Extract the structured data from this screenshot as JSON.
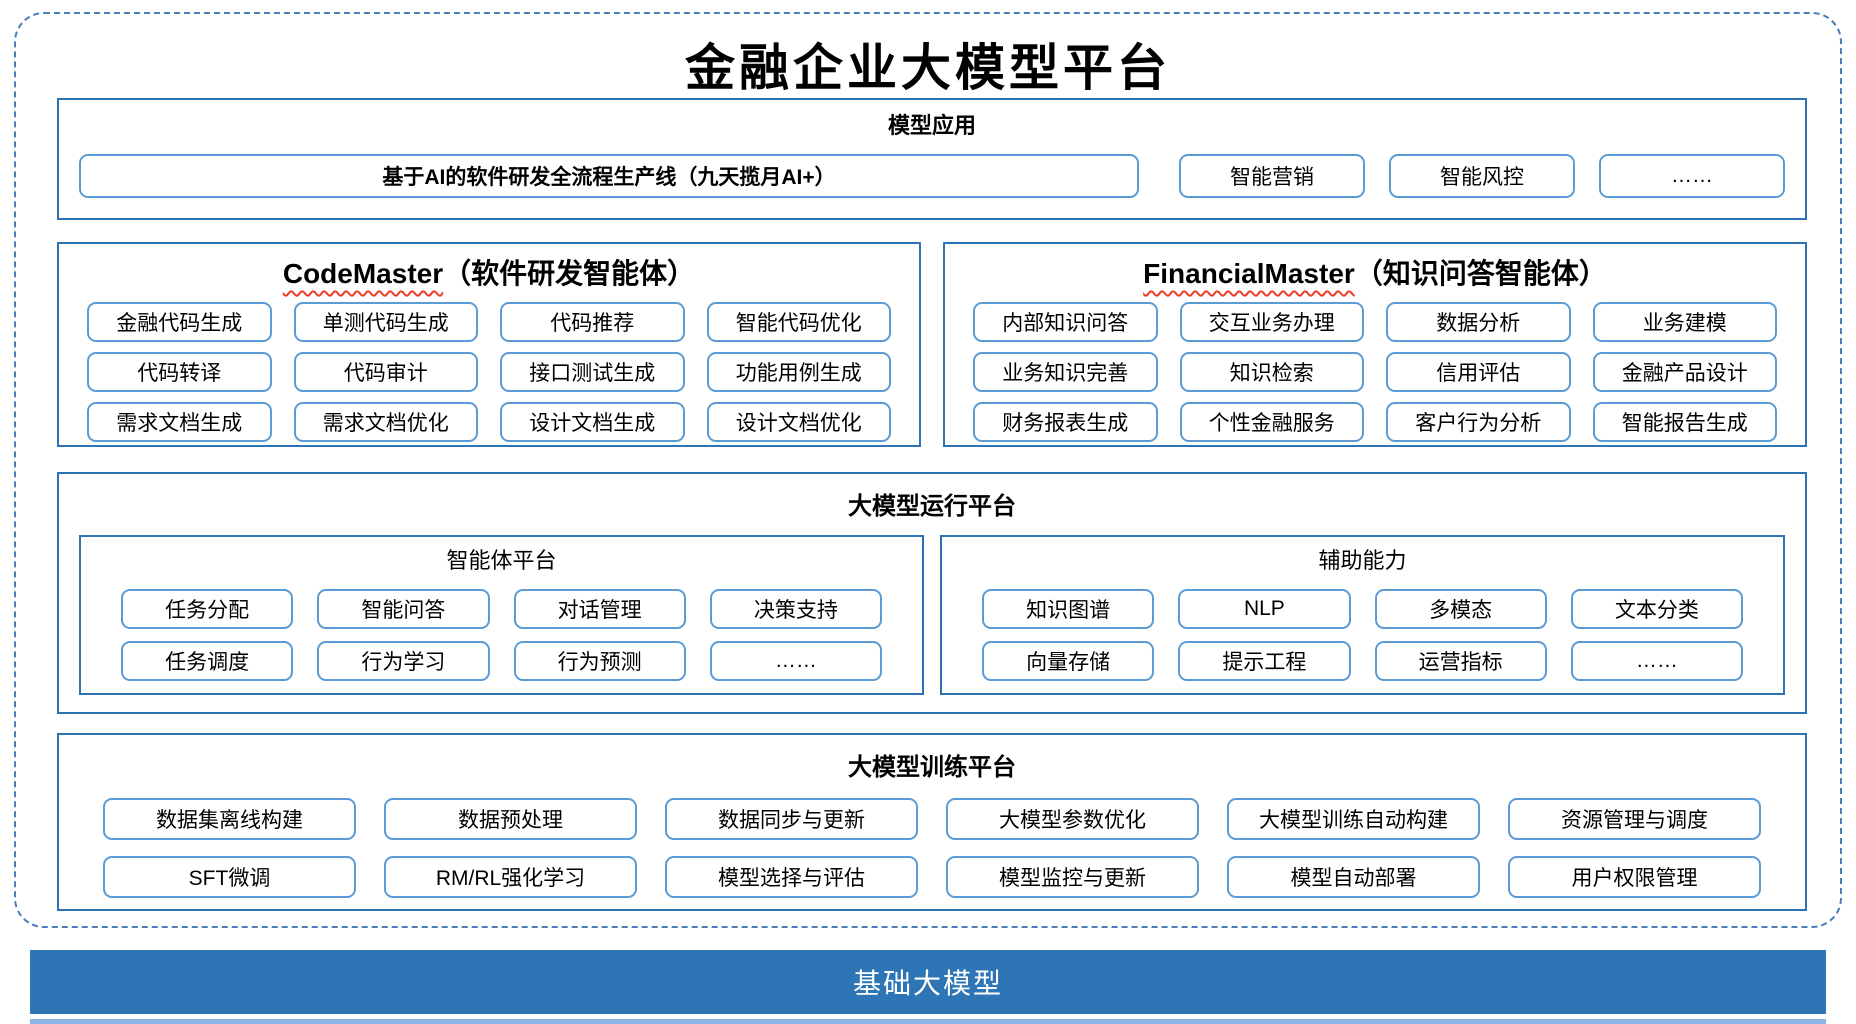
{
  "diagram_title": "金融企业大模型平台",
  "colors": {
    "section_border": "#2e74b5",
    "button_border": "#5b9bd5",
    "dashed_frame": "#4a7ebb",
    "base_bar_background": "#2e75b6",
    "base_strip": "#8eb4e3",
    "spellcheck_squiggle": "#ed3d2a",
    "text": "#000000"
  },
  "model_app": {
    "title": "模型应用",
    "pipeline_button": "基于AI的软件研发全流程生产线（九天揽月AI+）",
    "buttons": [
      "智能营销",
      "智能风控",
      "……"
    ]
  },
  "code_master": {
    "title_en": "CodeMaster",
    "title_zh": "（软件研发智能体）",
    "buttons": [
      "金融代码生成",
      "单测代码生成",
      "代码推荐",
      "智能代码优化",
      "代码转译",
      "代码审计",
      "接口测试生成",
      "功能用例生成",
      "需求文档生成",
      "需求文档优化",
      "设计文档生成",
      "设计文档优化"
    ]
  },
  "financial_master": {
    "title_en": "FinancialMaster",
    "title_zh": "（知识问答智能体）",
    "buttons": [
      "内部知识问答",
      "交互业务办理",
      "数据分析",
      "业务建模",
      "业务知识完善",
      "知识检索",
      "信用评估",
      "金融产品设计",
      "财务报表生成",
      "个性金融服务",
      "客户行为分析",
      "智能报告生成"
    ]
  },
  "run_platform": {
    "title": "大模型运行平台",
    "agent_platform": {
      "title": "智能体平台",
      "buttons": [
        "任务分配",
        "智能问答",
        "对话管理",
        "决策支持",
        "任务调度",
        "行为学习",
        "行为预测",
        "……"
      ]
    },
    "aux_ability": {
      "title": "辅助能力",
      "buttons": [
        "知识图谱",
        "NLP",
        "多模态",
        "文本分类",
        "向量存储",
        "提示工程",
        "运营指标",
        "……"
      ]
    }
  },
  "train_platform": {
    "title": "大模型训练平台",
    "buttons": [
      "数据集离线构建",
      "数据预处理",
      "数据同步与更新",
      "大模型参数优化",
      "大模型训练自动构建",
      "资源管理与调度",
      "SFT微调",
      "RM/RL强化学习",
      "模型选择与评估",
      "模型监控与更新",
      "模型自动部署",
      "用户权限管理"
    ]
  },
  "base_model_bar": {
    "title": "基础大模型"
  }
}
